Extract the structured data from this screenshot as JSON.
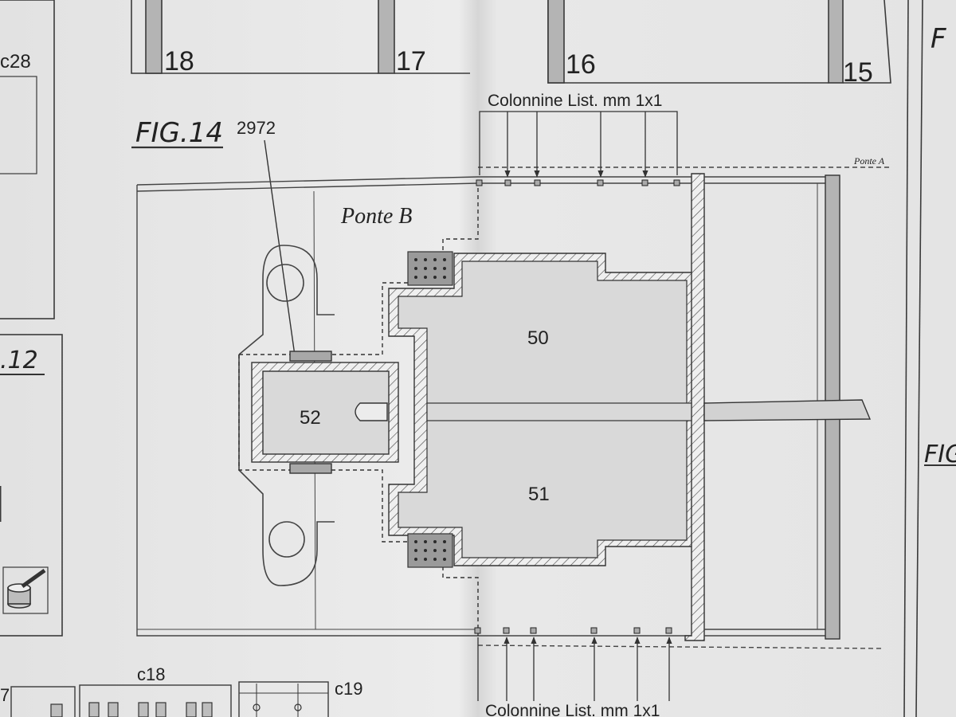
{
  "figure": {
    "title": "FIG.14",
    "partial_labels": [
      ".12",
      "FIG"
    ],
    "deck_label": "Ponte B",
    "upper_deck_label": "Ponte A",
    "part_callout": "2972",
    "colonnine_top": "Colonnine List. mm 1x1",
    "colonnine_bottom": "Colonnine List. mm 1x1"
  },
  "section_numbers": [
    "18",
    "17",
    "16",
    "15"
  ],
  "parts": {
    "p50": "50",
    "p51": "51",
    "p52": "52"
  },
  "tiles": {
    "c28": "c28",
    "c18": "c18",
    "c19": "c19"
  },
  "colors": {
    "paper": "#e9e9e9",
    "shaded_part": "#d9d9d9",
    "line": "#3a3a3a",
    "rail_fill": "#b4b4b4",
    "grating": "#8a8a8a"
  }
}
